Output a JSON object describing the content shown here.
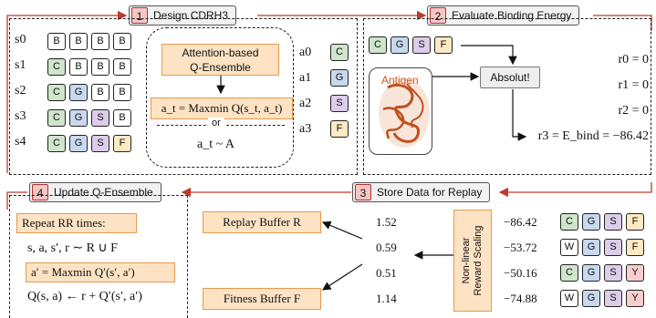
{
  "steps": {
    "s1": {
      "num": "1",
      "label": "Design CDRH3"
    },
    "s2": {
      "num": "2",
      "label": "Evaluate Binding Energy"
    },
    "s3": {
      "num": "3",
      "label": "Store Data for Replay"
    },
    "s4": {
      "num": "4",
      "label": "Update Q-Ensemble"
    }
  },
  "design": {
    "states": [
      {
        "label": "s0",
        "tokens": [
          "B",
          "B",
          "B",
          "B"
        ]
      },
      {
        "label": "s1",
        "tokens": [
          "C",
          "B",
          "B",
          "B"
        ]
      },
      {
        "label": "s2",
        "tokens": [
          "C",
          "G",
          "B",
          "B"
        ]
      },
      {
        "label": "s3",
        "tokens": [
          "C",
          "G",
          "S",
          "B"
        ]
      },
      {
        "label": "s4",
        "tokens": [
          "C",
          "G",
          "S",
          "F"
        ]
      }
    ],
    "qensemble_line1": "Attention-based",
    "qensemble_line2": "Q-Ensemble",
    "maxmin_formula": "a_t = Maxmin Q(s_t, a_t)",
    "or_label": "or",
    "random_formula": "a_t ~ A",
    "actions": [
      {
        "label": "a0",
        "token": "C"
      },
      {
        "label": "a1",
        "token": "G"
      },
      {
        "label": "a2",
        "token": "S"
      },
      {
        "label": "a3",
        "token": "F"
      }
    ]
  },
  "evaluate": {
    "sequence": [
      "C",
      "G",
      "S",
      "F"
    ],
    "antigen_label": "Antigen",
    "tool_label": "Absolut!",
    "rewards": [
      "r0 = 0",
      "r1 = 0",
      "r2 = 0",
      "r3 = E_bind = −86.42"
    ]
  },
  "store": {
    "replay_buffer_label": "Replay Buffer R",
    "fitness_buffer_label": "Fitness Buffer F",
    "scaled_values": [
      "1.52",
      "0.59",
      "0.51",
      "1.14"
    ],
    "scaling_label_line1": "Non-linear",
    "scaling_label_line2": "Reward Scaling",
    "energies": [
      "−86.42",
      "−53.72",
      "−50.16",
      "−74.88"
    ],
    "sequences": [
      [
        "C",
        "G",
        "S",
        "F"
      ],
      [
        "W",
        "G",
        "S",
        "F"
      ],
      [
        "C",
        "G",
        "S",
        "Y"
      ],
      [
        "W",
        "G",
        "S",
        "Y"
      ]
    ]
  },
  "update": {
    "repeat_label": "Repeat RR times:",
    "sample_formula": "s, a, s′, r ∼ R ∪ F",
    "maxmin_formula": "a′ = Maxmin Q′(s′, a′)",
    "update_formula": "Q(s, a) ← r + Q′(s′, a′)"
  },
  "colors": {
    "arrow_red": "#c0392b",
    "orange_fill": "#fde3c4",
    "orange_border": "#e39a4e",
    "token_C": "#cfe5cc",
    "token_G": "#c8d9ef",
    "token_S": "#dccdea",
    "token_F": "#fde9c2",
    "token_Y": "#f7cdcd",
    "antigen_red": "#c0501f"
  }
}
